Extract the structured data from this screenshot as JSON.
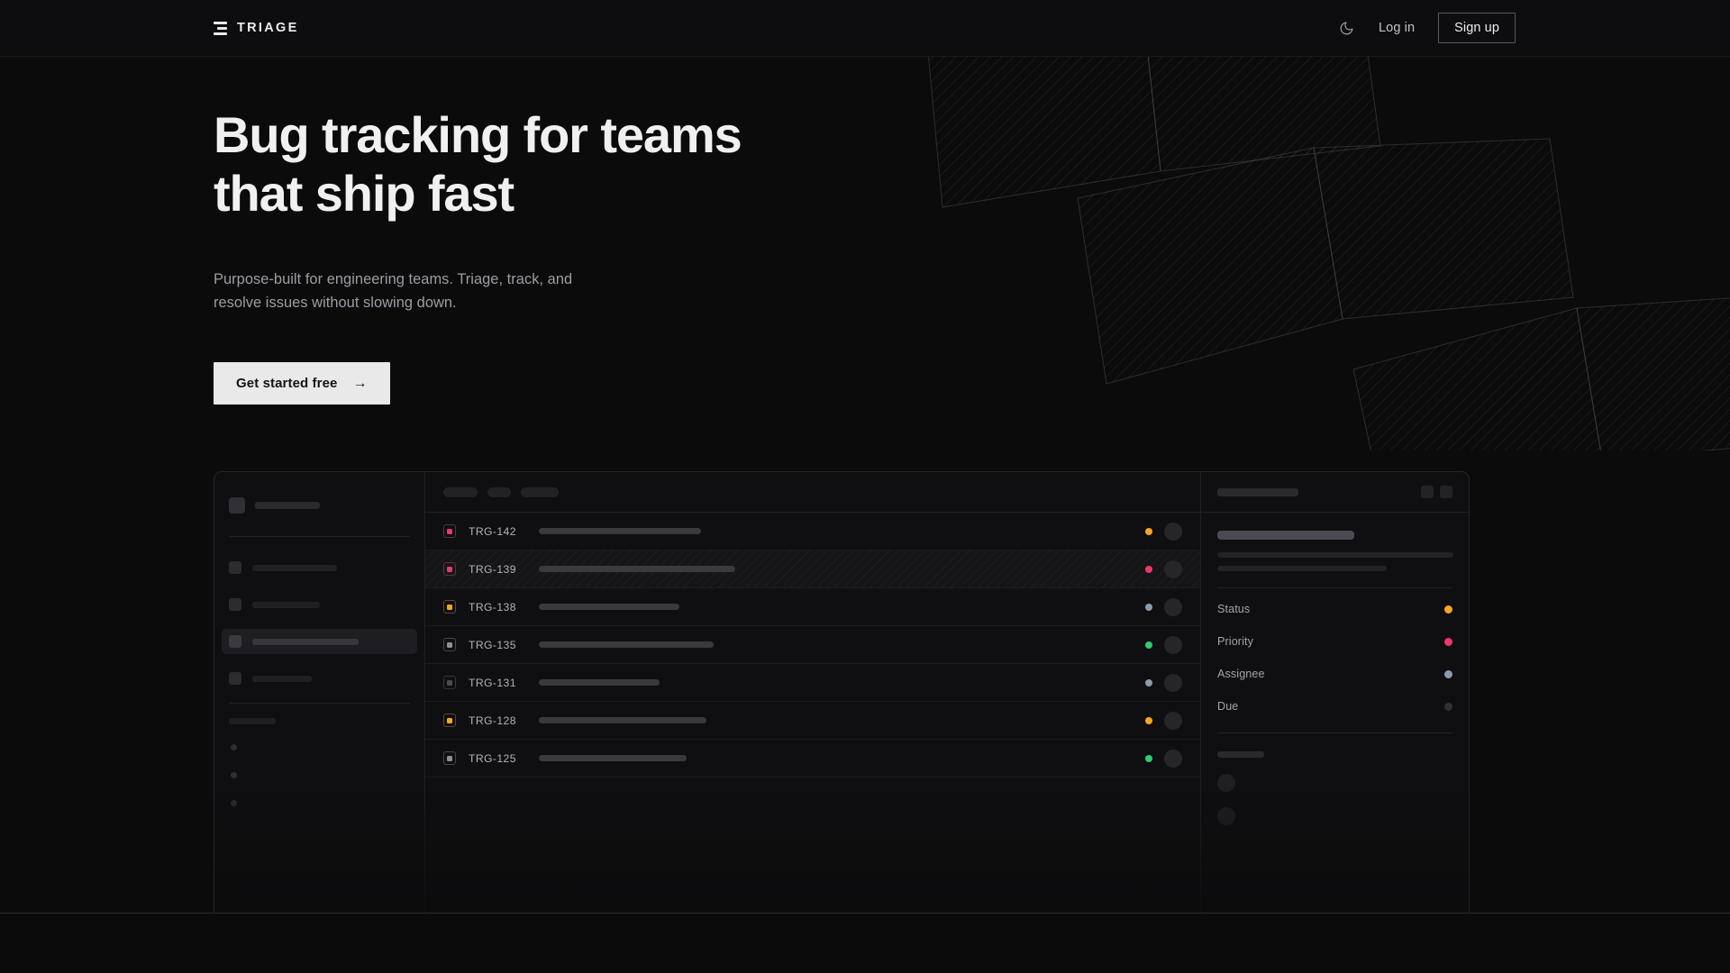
{
  "brand": {
    "name": "TRIAGE",
    "logo_icon": "stacked-bars-icon"
  },
  "nav": {
    "theme_toggle_icon": "moon-icon",
    "login_label": "Log in",
    "signup_label": "Sign up"
  },
  "hero": {
    "heading": "Bug tracking for teams\nthat ship fast",
    "subheading": "Purpose-built for engineering teams. Triage, track, and\nresolve issues without slowing down.",
    "cta_label": "Get started free",
    "cta_arrow": "→"
  },
  "colors": {
    "page_bg": "#0b0b0c",
    "panel_bg": "#0f0f11",
    "border": "#242427",
    "accent_amber": "#f5a623",
    "accent_pink": "#f0366a",
    "accent_green": "#2ecc71",
    "accent_slate": "#8a9bb0",
    "accent_muted": "#3a3a40",
    "cta_bg": "#e9e9ea",
    "text_primary": "#f0f0f1",
    "text_muted": "#9d9da3"
  },
  "mockup": {
    "sidebar": {
      "logo_block": true,
      "workspace_bar_width": 72,
      "nav_items": [
        {
          "label_width": 94,
          "active": false
        },
        {
          "label_width": 75,
          "active": false
        },
        {
          "label_width": 118,
          "active": true
        },
        {
          "label_width": 66,
          "active": false
        }
      ],
      "section_label_width": 52,
      "sub_items": [
        {},
        {},
        {}
      ]
    },
    "list": {
      "filter_chips": [
        {
          "width": 38
        },
        {
          "width": 26
        },
        {
          "width": 42
        }
      ],
      "rows": [
        {
          "id": "TRG-142",
          "priority_color": "#f0366a",
          "priority_border": "#5a3340",
          "title_width": 180,
          "status_color": "#f5a623",
          "hatched": false
        },
        {
          "id": "TRG-139",
          "priority_color": "#f0366a",
          "priority_border": "#5a3340",
          "title_width": 218,
          "status_color": "#f0366a",
          "hatched": true
        },
        {
          "id": "TRG-138",
          "priority_color": "#f5a623",
          "priority_border": "#5a4a2a",
          "title_width": 156,
          "status_color": "#8a9bb0",
          "hatched": false
        },
        {
          "id": "TRG-135",
          "priority_color": "#8f9097",
          "priority_border": "#45454b",
          "title_width": 194,
          "status_color": "#2ecc71",
          "hatched": false
        },
        {
          "id": "TRG-131",
          "priority_color": "#4a4a50",
          "priority_border": "#36363b",
          "title_width": 134,
          "status_color": "#8a9bb0",
          "hatched": false
        },
        {
          "id": "TRG-128",
          "priority_color": "#f5a623",
          "priority_border": "#5a4a2a",
          "title_width": 186,
          "status_color": "#f5a623",
          "hatched": false
        },
        {
          "id": "TRG-125",
          "priority_color": "#8f9097",
          "priority_border": "#45454b",
          "title_width": 164,
          "status_color": "#2ecc71",
          "hatched": false
        }
      ]
    },
    "detail": {
      "header_buttons": [
        "more-button",
        "close-button"
      ],
      "description_lines": [
        262,
        188
      ],
      "meta": [
        {
          "label": "Status",
          "color": "#f5a623"
        },
        {
          "label": "Priority",
          "color": "#f0366a"
        },
        {
          "label": "Assignee",
          "color": "#8a9bb0"
        },
        {
          "label": "Due",
          "color": "#303035"
        }
      ],
      "activity_avatars": 2
    }
  }
}
